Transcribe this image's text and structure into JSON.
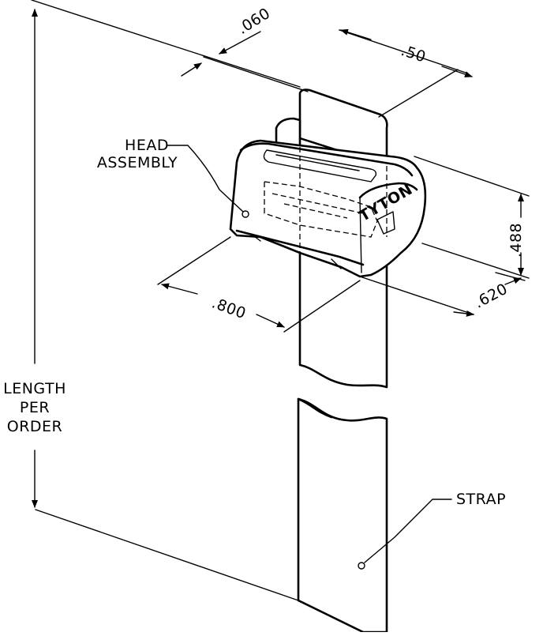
{
  "labels": {
    "head_assembly": [
      "HEAD",
      "ASSEMBLY"
    ],
    "strap": "STRAP",
    "length": [
      "LENGTH",
      "PER",
      "ORDER"
    ],
    "brand": "TYTON"
  },
  "dimensions": {
    "thickness": ".060",
    "width": ".50",
    "height": ".488",
    "depth": ".620",
    "head_width": ".800"
  }
}
